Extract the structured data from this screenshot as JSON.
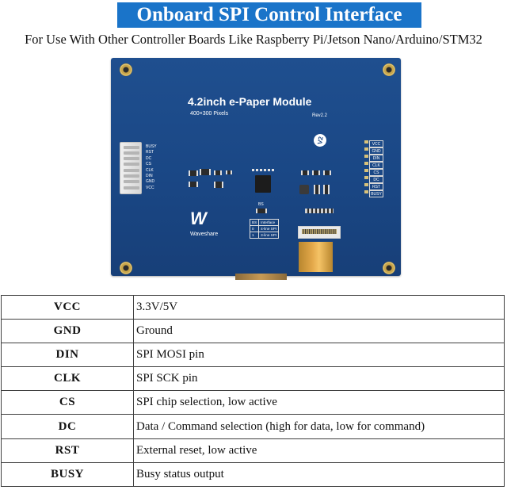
{
  "header": {
    "title": "Onboard SPI Control Interface",
    "subtitle": "For Use With Other Controller Boards Like Raspberry Pi/Jetson Nano/Arduino/STM32"
  },
  "board": {
    "title": "4.2inch  e-Paper Module",
    "subtitle": "400×300 Pixels",
    "revision": "Rev2.2",
    "version_badge": "V2",
    "brand": "Waveshare",
    "brand_mark": "W",
    "left_pins": [
      "BUSY",
      "RST",
      "DC",
      "CS",
      "CLK",
      "DIN",
      "GND",
      "VCC"
    ],
    "right_pins": [
      "VCC",
      "GND",
      "DIN",
      "CLK",
      "CS",
      "DC",
      "RST",
      "BUSY"
    ],
    "bs_label": "BS",
    "bs_table": [
      [
        "BS",
        "Interface"
      ],
      [
        "0",
        "4-line SPI"
      ],
      [
        "1",
        "3-line SPI"
      ]
    ],
    "colors": {
      "board": "#1a4785",
      "banner": "#1a74c9",
      "ribbon": "#e3a84a"
    }
  },
  "pin_table": [
    {
      "pin": "VCC",
      "description": "3.3V/5V"
    },
    {
      "pin": "GND",
      "description": "Ground"
    },
    {
      "pin": "DIN",
      "description": "SPI MOSI pin"
    },
    {
      "pin": "CLK",
      "description": "SPI SCK pin"
    },
    {
      "pin": "CS",
      "description": "SPI chip selection, low active"
    },
    {
      "pin": "DC",
      "description": "Data / Command selection (high for data, low for command)"
    },
    {
      "pin": "RST",
      "description": "External reset, low active"
    },
    {
      "pin": "BUSY",
      "description": "Busy status output"
    }
  ]
}
